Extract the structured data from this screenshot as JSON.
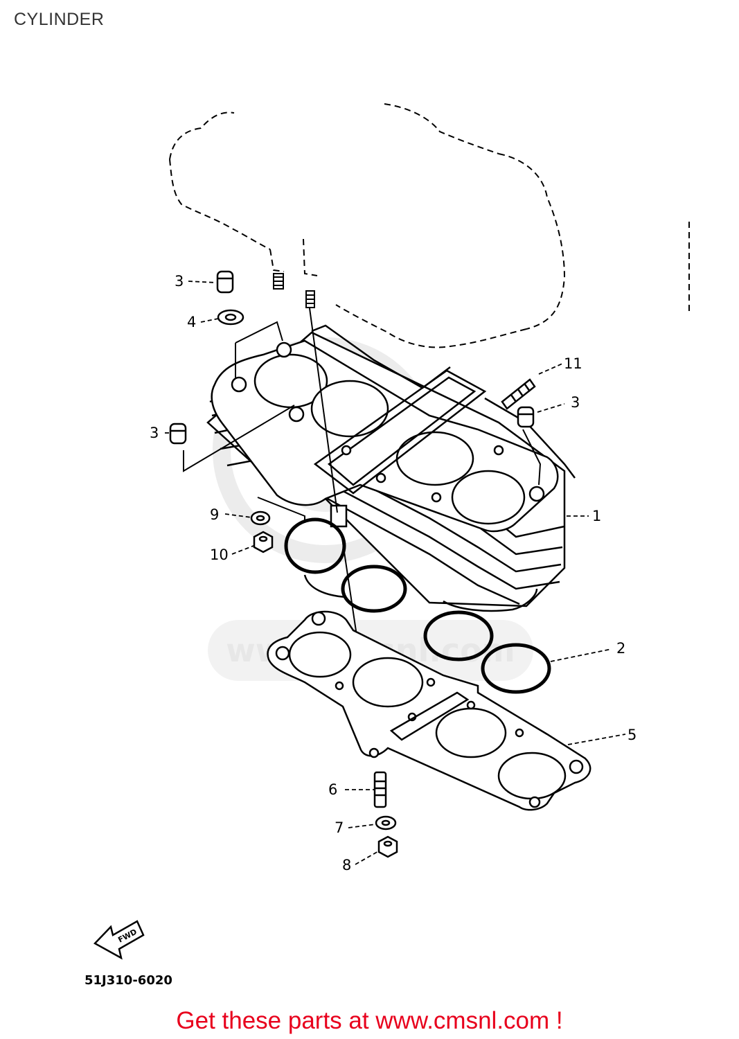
{
  "page": {
    "title": "CYLINDER"
  },
  "diagram": {
    "part_code": "51J310-6020",
    "front_marker": "FWD",
    "watermark": "www.cmsnl.com",
    "callouts": [
      {
        "id": "callout-1",
        "label": "1"
      },
      {
        "id": "callout-2",
        "label": "2"
      },
      {
        "id": "callout-3a",
        "label": "3"
      },
      {
        "id": "callout-3b",
        "label": "3"
      },
      {
        "id": "callout-3c",
        "label": "3"
      },
      {
        "id": "callout-4",
        "label": "4"
      },
      {
        "id": "callout-5",
        "label": "5"
      },
      {
        "id": "callout-6",
        "label": "6"
      },
      {
        "id": "callout-7",
        "label": "7"
      },
      {
        "id": "callout-8",
        "label": "8"
      },
      {
        "id": "callout-9",
        "label": "9"
      },
      {
        "id": "callout-10",
        "label": "10"
      },
      {
        "id": "callout-11",
        "label": "11"
      }
    ]
  },
  "footer": {
    "link_text": "Get these parts at www.cmsnl.com !"
  }
}
